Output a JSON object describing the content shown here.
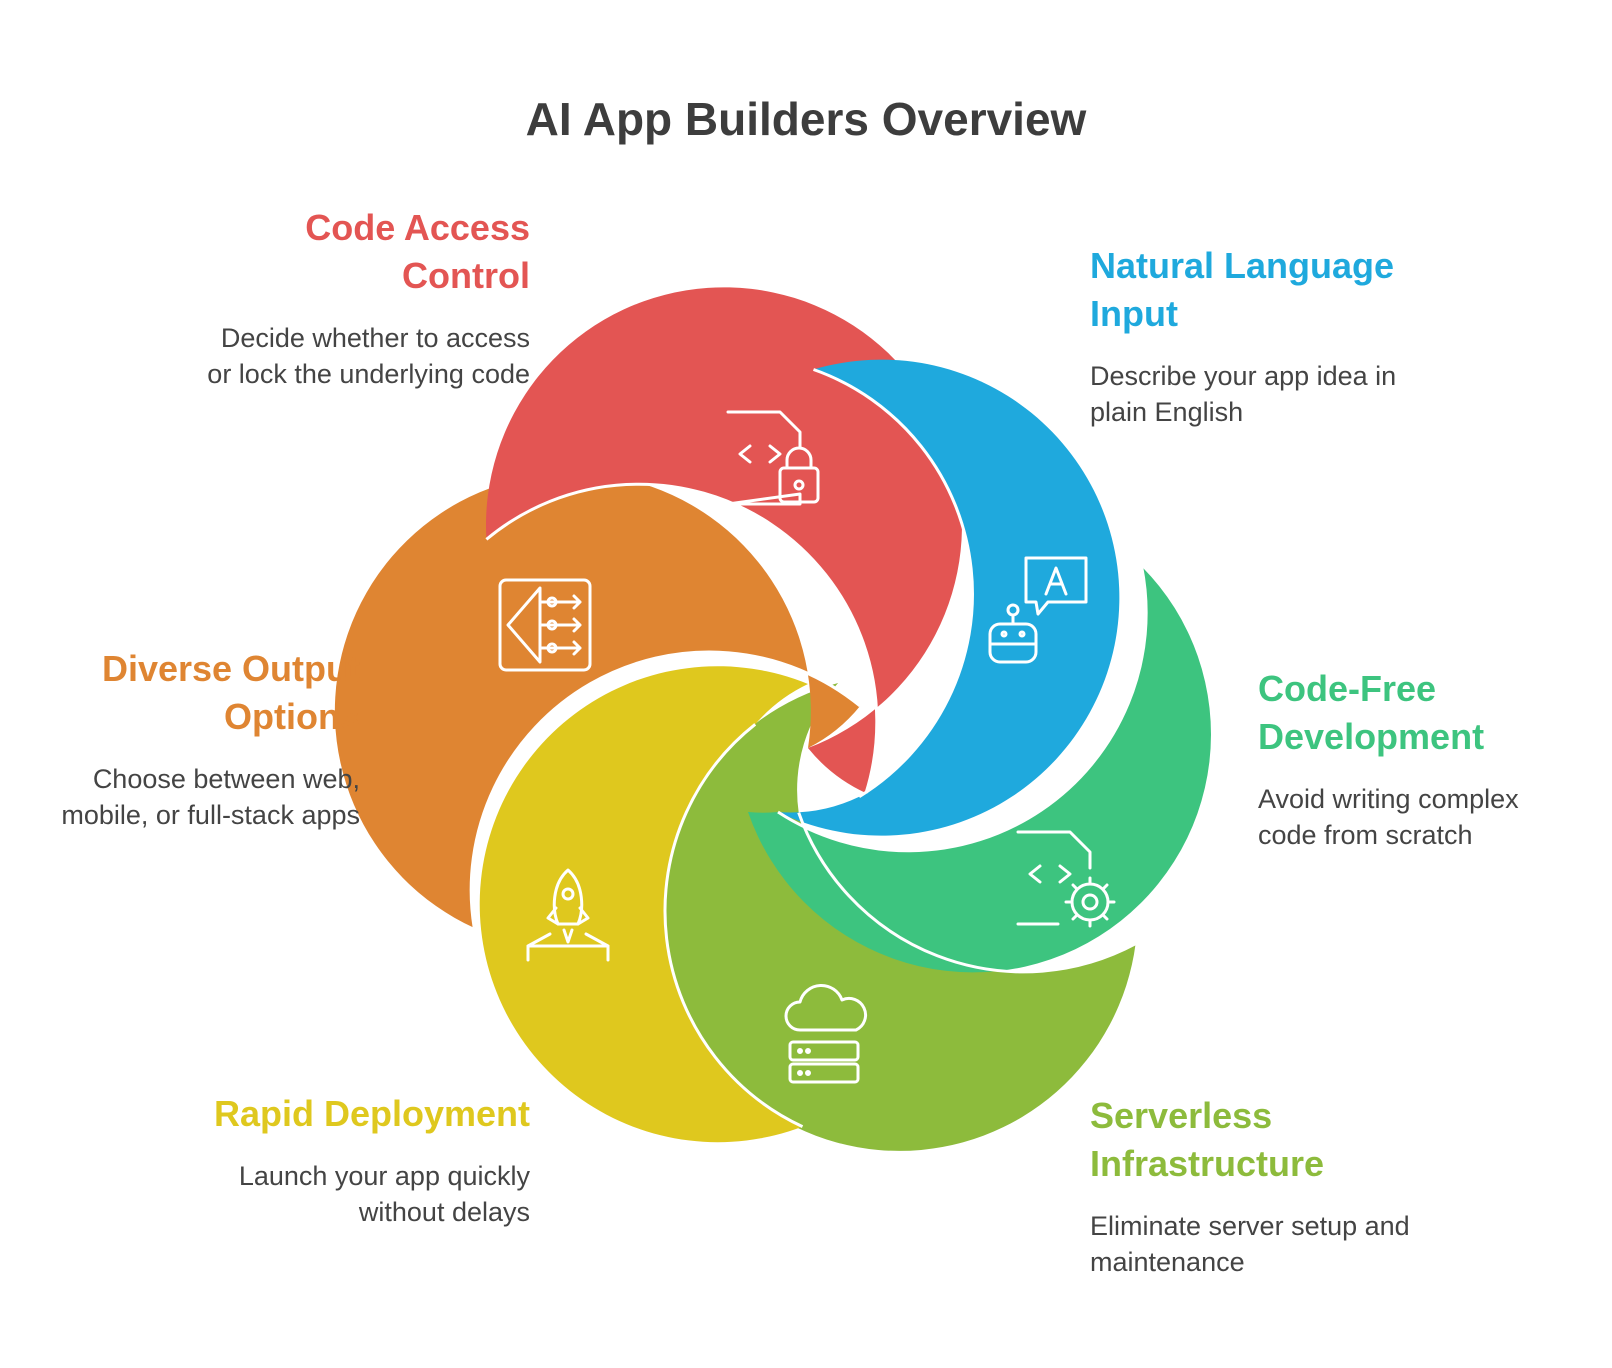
{
  "title": "AI App Builders Overview",
  "items": [
    {
      "id": "code-access-control",
      "title": "Code Access Control",
      "description": "Decide whether to access or lock the underlying code",
      "color": "#E35553",
      "icon": "code-file-lock-icon"
    },
    {
      "id": "natural-language-input",
      "title": "Natural Language Input",
      "description": "Describe your app idea in plain English",
      "color": "#1FA9DD",
      "icon": "robot-speech-icon"
    },
    {
      "id": "code-free-development",
      "title": "Code-Free Development",
      "description": "Avoid writing complex code from scratch",
      "color": "#3DC47F",
      "icon": "code-file-gear-icon"
    },
    {
      "id": "serverless-infrastructure",
      "title": "Serverless Infrastructure",
      "description": "Eliminate server setup and maintenance",
      "color": "#8DBB3C",
      "icon": "cloud-server-icon"
    },
    {
      "id": "rapid-deployment",
      "title": "Rapid Deployment",
      "description": "Launch your app quickly without delays",
      "color": "#DFC81E",
      "icon": "rocket-launch-icon"
    },
    {
      "id": "diverse-output-options",
      "title": "Diverse Output Options",
      "description": "Choose between web, mobile, or full-stack apps",
      "color": "#DF8532",
      "icon": "branching-arrows-icon"
    }
  ]
}
